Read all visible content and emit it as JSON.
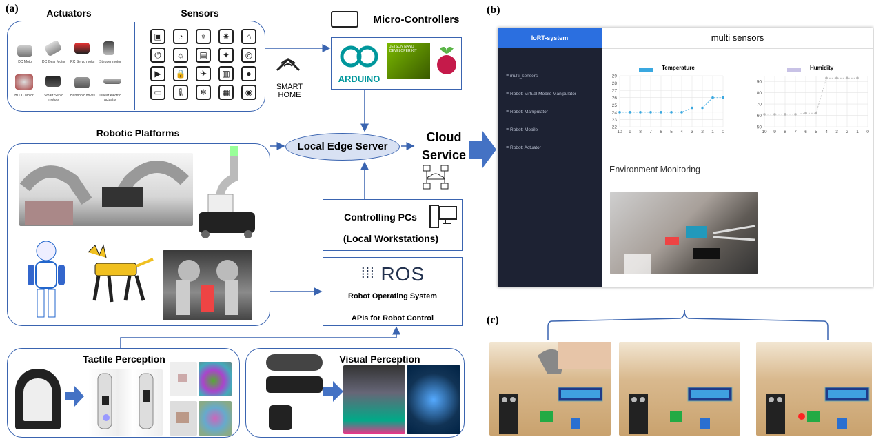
{
  "labels": {
    "a": "(a)",
    "b": "(b)",
    "c": "(c)"
  },
  "actuators": {
    "title": "Actuators",
    "items": [
      "DC Motor",
      "DC Gear Motor",
      "RC Servo motor",
      "Stepper motor",
      "BLDC Motor",
      "Smart Servo motors",
      "Harmonic drives",
      "Linear electric actuator"
    ]
  },
  "sensors": {
    "title": "Sensors"
  },
  "smart_home": {
    "line1": "SMART",
    "line2": "HOME"
  },
  "micro": {
    "title": "Micro-Controllers",
    "arduino": "ARDUINO",
    "jetson": "JETSON NANO DEVELOPER KIT"
  },
  "edge": "Local Edge Server",
  "cloud": {
    "line1": "Cloud",
    "line2": "Service"
  },
  "robotic": {
    "title": "Robotic Platforms"
  },
  "pcs": {
    "line1": "Controlling PCs",
    "line2": "(Local Workstations)"
  },
  "ros": {
    "logo": "ROS",
    "line1": "Robot Operating System",
    "line2": "APIs for Robot Control"
  },
  "tactile": {
    "title": "Tactile Perception"
  },
  "visual": {
    "title": "Visual Perception"
  },
  "dashboard": {
    "brand": "IoRT-system",
    "header": "multi sensors",
    "menu": [
      "multi_sensors",
      "Robot: Virtual Mobile Manipulator",
      "Robot: Manipulator",
      "Robot: Mobile",
      "Robot: Actuator"
    ],
    "env_title": "Environment Monitoring",
    "colors": {
      "temp": "#3aa8e0",
      "humid": "#c8c2e6"
    }
  },
  "chart_data": [
    {
      "type": "line",
      "title": "Temperature",
      "x": [
        10,
        9,
        8,
        7,
        6,
        5,
        4,
        3,
        2,
        1,
        0
      ],
      "x_labels": [
        "10",
        "9",
        "8",
        "7",
        "6",
        "5",
        "4",
        "3",
        "2",
        "1",
        "0"
      ],
      "y_labels": [
        "22",
        "23",
        "24",
        "25",
        "26",
        "27",
        "28",
        "29"
      ],
      "ylim": [
        22,
        29
      ],
      "series": [
        {
          "values": [
            24,
            24,
            24,
            24,
            24,
            24,
            24,
            24.6,
            24.6,
            26,
            26
          ]
        }
      ],
      "grid": true
    },
    {
      "type": "line",
      "title": "Humidity",
      "x": [
        10,
        9,
        8,
        7,
        6,
        5,
        4,
        3,
        2,
        1,
        0
      ],
      "x_labels": [
        "10",
        "9",
        "8",
        "7",
        "6",
        "5",
        "4",
        "3",
        "2",
        "1",
        "0"
      ],
      "y_labels": [
        "50",
        "60",
        "70",
        "80",
        "90"
      ],
      "ylim": [
        50,
        95
      ],
      "series": [
        {
          "values": [
            61,
            61,
            61,
            61,
            62,
            62,
            93,
            93,
            93,
            93,
            null
          ]
        }
      ],
      "grid": true
    }
  ]
}
